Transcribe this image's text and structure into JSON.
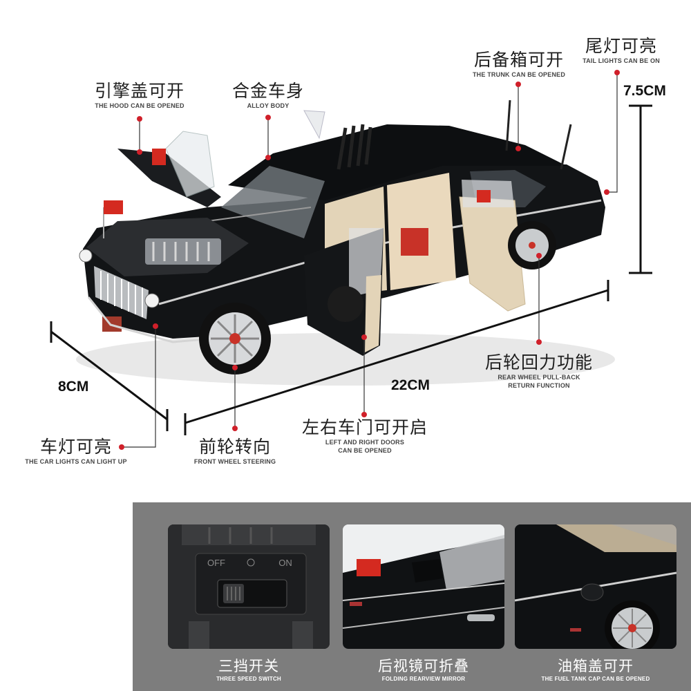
{
  "callouts": {
    "hood": {
      "zh": "引擎盖可开",
      "en": "THE HOOD CAN BE OPENED"
    },
    "body": {
      "zh": "合金车身",
      "en": "ALLOY BODY"
    },
    "trunk": {
      "zh": "后备箱可开",
      "en": "THE TRUNK CAN BE OPENED"
    },
    "tail": {
      "zh": "尾灯可亮",
      "en": "TAIL LIGHTS CAN BE ON"
    },
    "rear_wheel": {
      "zh": "后轮回力功能",
      "en_1": "REAR WHEEL PULL-BACK",
      "en_2": "RETURN FUNCTION"
    },
    "doors": {
      "zh": "左右车门可开启",
      "en_1": "LEFT AND RIGHT DOORS",
      "en_2": "CAN BE OPENED"
    },
    "front_wheel": {
      "zh": "前轮转向",
      "en": "FRONT WHEEL STEERING"
    },
    "car_lights": {
      "zh": "车灯可亮",
      "en": "THE CAR LIGHTS CAN LIGHT UP"
    }
  },
  "dimensions": {
    "height": "7.5CM",
    "width": "8CM",
    "length": "22CM"
  },
  "features": [
    {
      "zh": "三挡开关",
      "en": "THREE SPEED SWITCH",
      "switch_off": "OFF",
      "switch_on": "ON"
    },
    {
      "zh": "后视镜可折叠",
      "en": "FOLDING REARVIEW MIRROR"
    },
    {
      "zh": "油箱盖可开",
      "en": "THE FUEL TANK CAP CAN BE OPENED"
    }
  ],
  "colors": {
    "callout_dot": "#d0202a",
    "panel_bg": "#7d7d7d",
    "car_body": "#121416",
    "interior": "#e3d4b8",
    "flag": "#d42a20"
  }
}
